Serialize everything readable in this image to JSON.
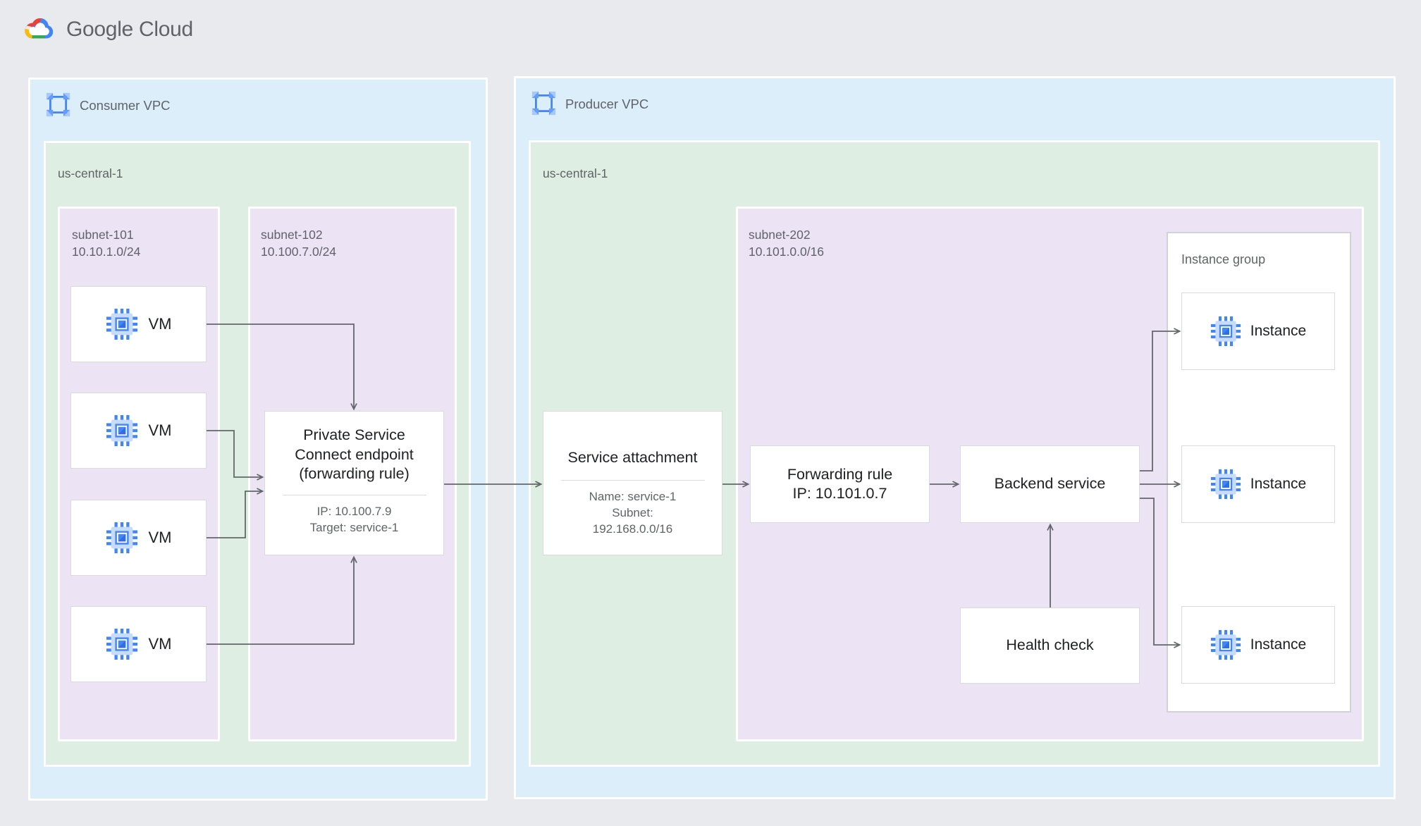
{
  "brand": {
    "google": "Google",
    "cloud": "Cloud"
  },
  "colors": {
    "google_blue": "#4285F4",
    "google_red": "#EA4335",
    "google_yellow": "#FBBC04",
    "google_green": "#34A853",
    "vpc_bg": "#ddeefb",
    "region_bg": "#dfeee3",
    "subnet_bg": "#ece4f5",
    "arrow": "#63676b",
    "text_dark": "#202124",
    "text_gray": "#5f6368"
  },
  "consumer_vpc": {
    "label": "Consumer VPC",
    "region_label": "us-central-1",
    "subnet101": {
      "name": "subnet-101",
      "cidr": "10.10.1.0/24",
      "vms": [
        "VM",
        "VM",
        "VM",
        "VM"
      ]
    },
    "subnet102": {
      "name": "subnet-102",
      "cidr": "10.100.7.0/24"
    },
    "psc_endpoint": {
      "title_lines": [
        "Private Service",
        "Connect endpoint",
        "(forwarding rule)"
      ],
      "details": [
        "IP: 10.100.7.9",
        "Target: service-1"
      ]
    }
  },
  "producer_vpc": {
    "label": "Producer VPC",
    "region_label": "us-central-1",
    "service_attachment": {
      "title": "Service attachment",
      "details": [
        "Name: service-1",
        "Subnet:",
        "192.168.0.0/16"
      ]
    },
    "subnet202": {
      "name": "subnet-202",
      "cidr": "10.101.0.0/16"
    },
    "forwarding_rule": {
      "lines": [
        "Forwarding rule",
        "IP: 10.101.0.7"
      ]
    },
    "backend_service": {
      "label": "Backend service"
    },
    "health_check": {
      "label": "Health check"
    },
    "instance_group": {
      "label": "Instance group",
      "instances": [
        "Instance",
        "Instance",
        "Instance"
      ]
    }
  },
  "connections": [
    "vm-1 -> psc-endpoint (top)",
    "vm-2 -> psc-endpoint (left)",
    "vm-3 -> psc-endpoint (left)",
    "vm-4 -> psc-endpoint (bottom)",
    "psc-endpoint -> service-attachment",
    "service-attachment -> forwarding-rule",
    "forwarding-rule -> backend-service",
    "backend-service -> instance-1",
    "backend-service -> instance-2",
    "backend-service -> instance-3",
    "health-check -> backend-service"
  ]
}
